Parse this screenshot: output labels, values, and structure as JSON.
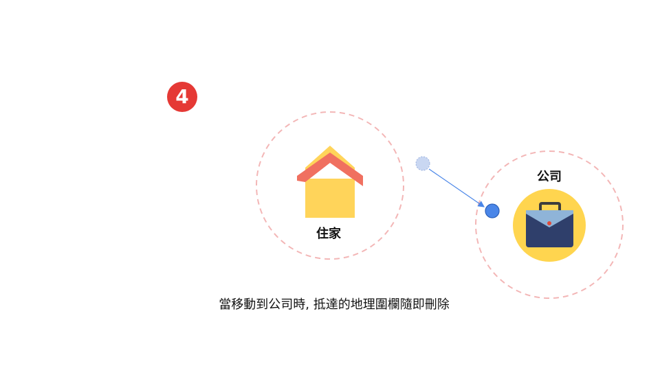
{
  "step": {
    "number": "4",
    "color": "#e53935"
  },
  "locations": {
    "home": {
      "label": "住家",
      "icon": "house-icon"
    },
    "office": {
      "label": "公司",
      "icon": "briefcase-icon"
    }
  },
  "caption": "當移動到公司時, 抵達的地理圍欄隨即刪除",
  "colors": {
    "geofence_stroke": "#f3b6b6",
    "marker_current": "#4a86e8",
    "marker_previous": "#c9d7f2",
    "arrow": "#4a86e8",
    "house_roof": "#f07060",
    "house_body": "#ffd45a",
    "briefcase_bg": "#ffd54f",
    "briefcase_body": "#2f3f6b"
  }
}
